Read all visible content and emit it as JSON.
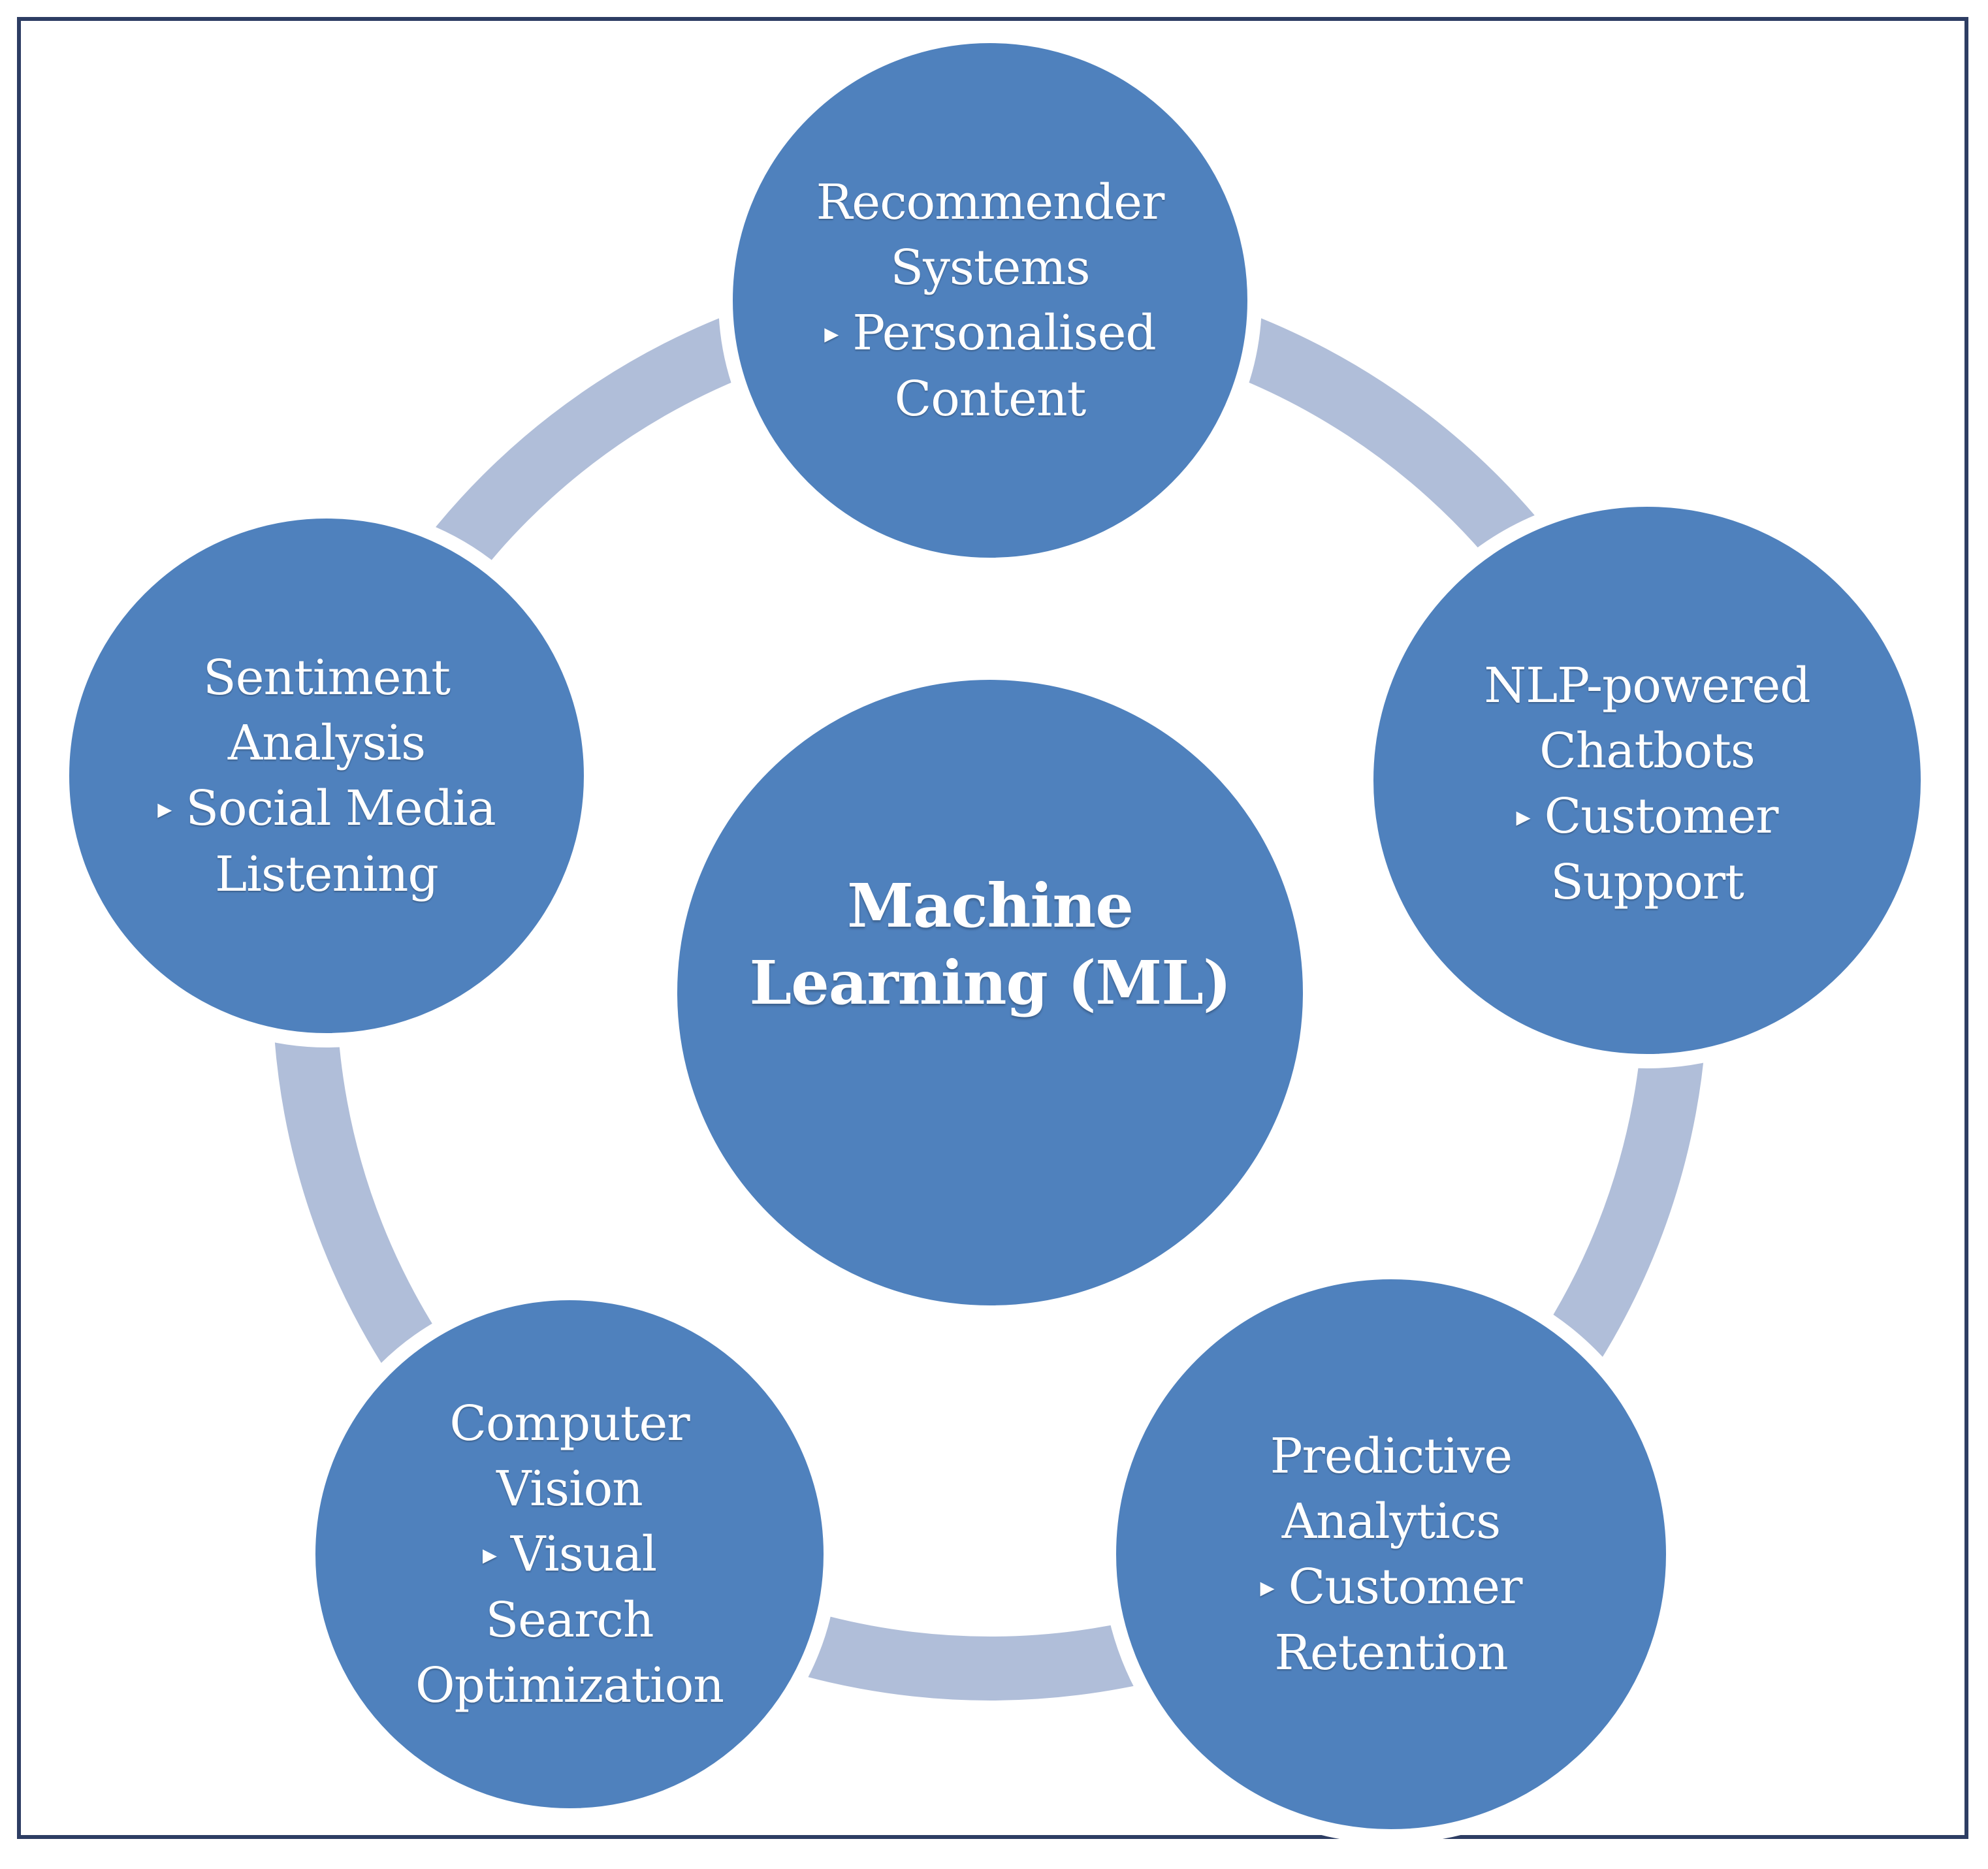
{
  "colors": {
    "node_fill": "#4f81bd",
    "connector": "#b0bed9",
    "frame_border": "#2d3d63",
    "text": "#ffffff"
  },
  "center": {
    "line1": "Machine",
    "line2": "Learning (ML)"
  },
  "nodes": [
    {
      "id": "recommender-systems",
      "title_lines": [
        "Recommender",
        "Systems"
      ],
      "bullet": "▸",
      "detail_lines": [
        "Personalised",
        "Content"
      ]
    },
    {
      "id": "nlp-chatbots",
      "title_lines": [
        "NLP-powered",
        "Chatbots"
      ],
      "bullet": "▸",
      "detail_lines": [
        "Customer",
        "Support"
      ]
    },
    {
      "id": "predictive-analytics",
      "title_lines": [
        "Predictive",
        "Analytics"
      ],
      "bullet": "▸",
      "detail_lines": [
        "Customer",
        "Retention"
      ]
    },
    {
      "id": "computer-vision",
      "title_lines": [
        "Computer",
        "Vision"
      ],
      "bullet": "▸",
      "detail_lines": [
        "Visual",
        "Search",
        "Optimization"
      ]
    },
    {
      "id": "sentiment-analysis",
      "title_lines": [
        "Sentiment",
        "Analysis"
      ],
      "bullet": "▸",
      "detail_lines": [
        "Social Media",
        "Listening"
      ]
    }
  ]
}
